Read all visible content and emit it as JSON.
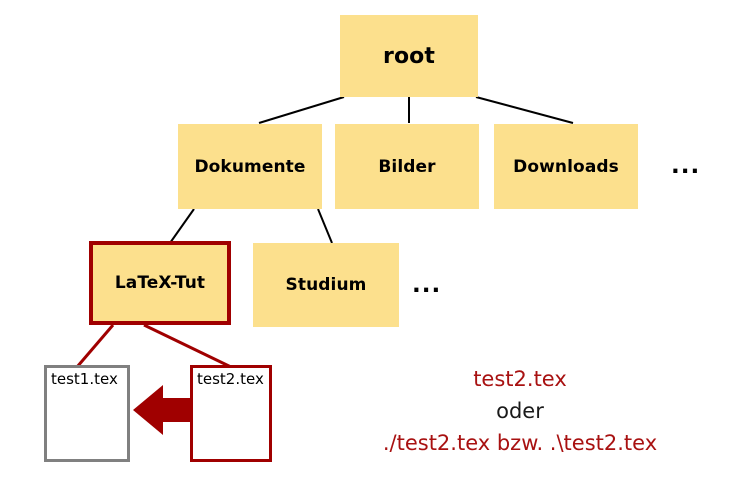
{
  "diagram": {
    "type": "tree",
    "title_text": "",
    "background": "#ffffff",
    "colors": {
      "folder_fill": "#fce08d",
      "highlight_border": "#a00000",
      "file_border_gray": "#808080",
      "file_border_red": "#a00000",
      "edge_black": "#000000",
      "edge_red": "#a00000",
      "annotation_red": "#a81111",
      "annotation_black": "#1a1a1a"
    }
  },
  "nodes": {
    "root": {
      "label": "root"
    },
    "dokumente": {
      "label": "Dokumente"
    },
    "bilder": {
      "label": "Bilder"
    },
    "downloads": {
      "label": "Downloads"
    },
    "latex_tut": {
      "label": "LaTeX-Tut"
    },
    "studium": {
      "label": "Studium"
    },
    "test1": {
      "label": "test1.tex"
    },
    "test2": {
      "label": "test2.tex"
    }
  },
  "ellipses": {
    "level2": "...",
    "level3": "..."
  },
  "annotation": {
    "line1": "test2.tex",
    "line2": "oder",
    "line3": "./test2.tex bzw. .\\test2.tex"
  },
  "arrow": {
    "direction": "left",
    "from": "test2.tex",
    "to": "test1.tex"
  }
}
